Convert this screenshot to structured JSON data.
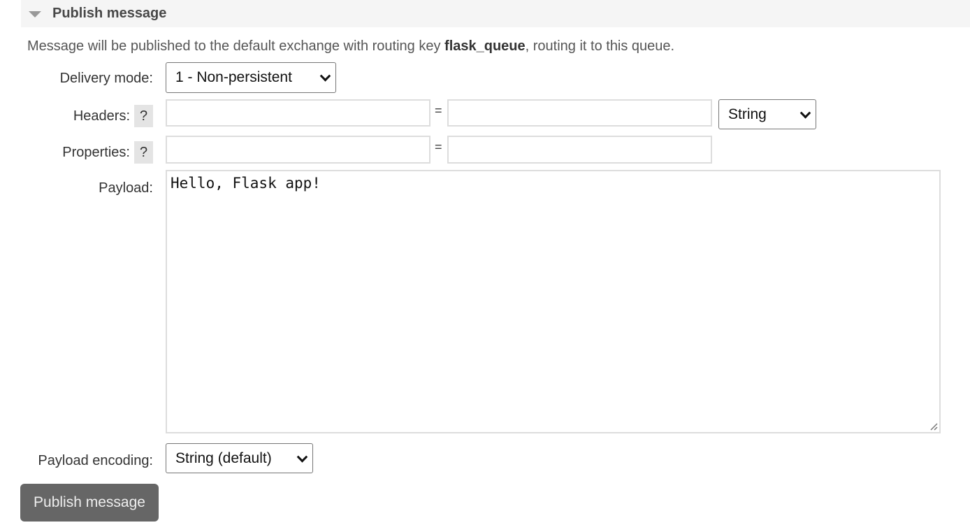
{
  "section": {
    "title": "Publish message",
    "collapse_icon": "triangle-down-icon"
  },
  "description": {
    "prefix": "Message will be published to the default exchange with routing key ",
    "routing_key": "flask_queue",
    "suffix": ", routing it to this queue."
  },
  "form": {
    "delivery_mode": {
      "label": "Delivery mode:",
      "value": "1 - Non-persistent"
    },
    "headers": {
      "label": "Headers:",
      "help": "?",
      "key": "",
      "eq": "=",
      "value": "",
      "type": "String"
    },
    "properties": {
      "label": "Properties:",
      "help": "?",
      "key": "",
      "eq": "=",
      "value": ""
    },
    "payload": {
      "label": "Payload:",
      "value": "Hello, Flask app!"
    },
    "payload_encoding": {
      "label": "Payload encoding:",
      "value": "String (default)"
    }
  },
  "actions": {
    "publish_label": "Publish message"
  }
}
